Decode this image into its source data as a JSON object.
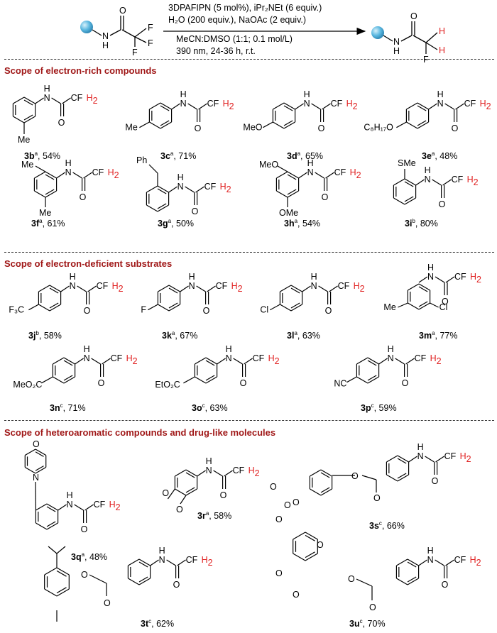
{
  "reaction": {
    "conditions": [
      "3DPAFIPN (5 mol%), iPr₂NEt (6 equiv.)",
      "H₂O (200 equiv.), NaOAc (2 equiv.)",
      "MeCN:DMSO (1:1; 0.1 mol/L)",
      "390 nm, 24-36 h, r.t."
    ],
    "reactant_atoms": {
      "n": "N",
      "h": "H",
      "o": "O",
      "f1": "F",
      "f2": "F",
      "f3": "F"
    },
    "product_atoms": {
      "n": "N",
      "h": "H",
      "o": "O",
      "h1": "H",
      "h2": "H",
      "f": "F"
    }
  },
  "sections": [
    {
      "title": "Scope of electron-rich compounds"
    },
    {
      "title": "Scope of electron-deficient substrates"
    },
    {
      "title": "Scope of heteroaromatic compounds and drug-like molecules"
    }
  ],
  "common": {
    "nh": "H",
    "n": "N",
    "o": "O",
    "cf": "CF",
    "h2": "H",
    "h2sub": "2"
  },
  "substituents": {
    "me": "Me",
    "meo": "MeO",
    "c8h17o": "C₈H₁₇O",
    "ome": "OMe",
    "ph": "Ph",
    "sme": "SMe",
    "cf3": "F₃C",
    "f": "F",
    "cl": "Cl",
    "meo2c": "MeO₂C",
    "eto2c": "EtO₂C",
    "nc": "NC",
    "morph_o": "O",
    "morph_n": "N",
    "o": "O"
  },
  "compounds": [
    {
      "id": "3b",
      "note": "a",
      "yield": "54%"
    },
    {
      "id": "3c",
      "note": "a",
      "yield": "71%"
    },
    {
      "id": "3d",
      "note": "a",
      "yield": "65%"
    },
    {
      "id": "3e",
      "note": "a",
      "yield": "48%"
    },
    {
      "id": "3f",
      "note": "a",
      "yield": "61%"
    },
    {
      "id": "3g",
      "note": "a",
      "yield": "50%"
    },
    {
      "id": "3h",
      "note": "a",
      "yield": "54%"
    },
    {
      "id": "3i",
      "note": "b",
      "yield": "80%"
    },
    {
      "id": "3j",
      "note": "b",
      "yield": "58%"
    },
    {
      "id": "3k",
      "note": "a",
      "yield": "67%"
    },
    {
      "id": "3l",
      "note": "a",
      "yield": "63%"
    },
    {
      "id": "3m",
      "note": "a",
      "yield": "77%"
    },
    {
      "id": "3n",
      "note": "c",
      "yield": "71%"
    },
    {
      "id": "3o",
      "note": "c",
      "yield": "63%"
    },
    {
      "id": "3p",
      "note": "c",
      "yield": "59%"
    },
    {
      "id": "3q",
      "note": "a",
      "yield": "48%"
    },
    {
      "id": "3r",
      "note": "a",
      "yield": "58%"
    },
    {
      "id": "3s",
      "note": "c",
      "yield": "66%"
    },
    {
      "id": "3t",
      "note": "c",
      "yield": "62%"
    },
    {
      "id": "3u",
      "note": "c",
      "yield": "70%"
    }
  ],
  "colors": {
    "heading": "#a01818",
    "highlight": "#e02020",
    "bead": "#5bb8e0",
    "ink": "#000000"
  }
}
